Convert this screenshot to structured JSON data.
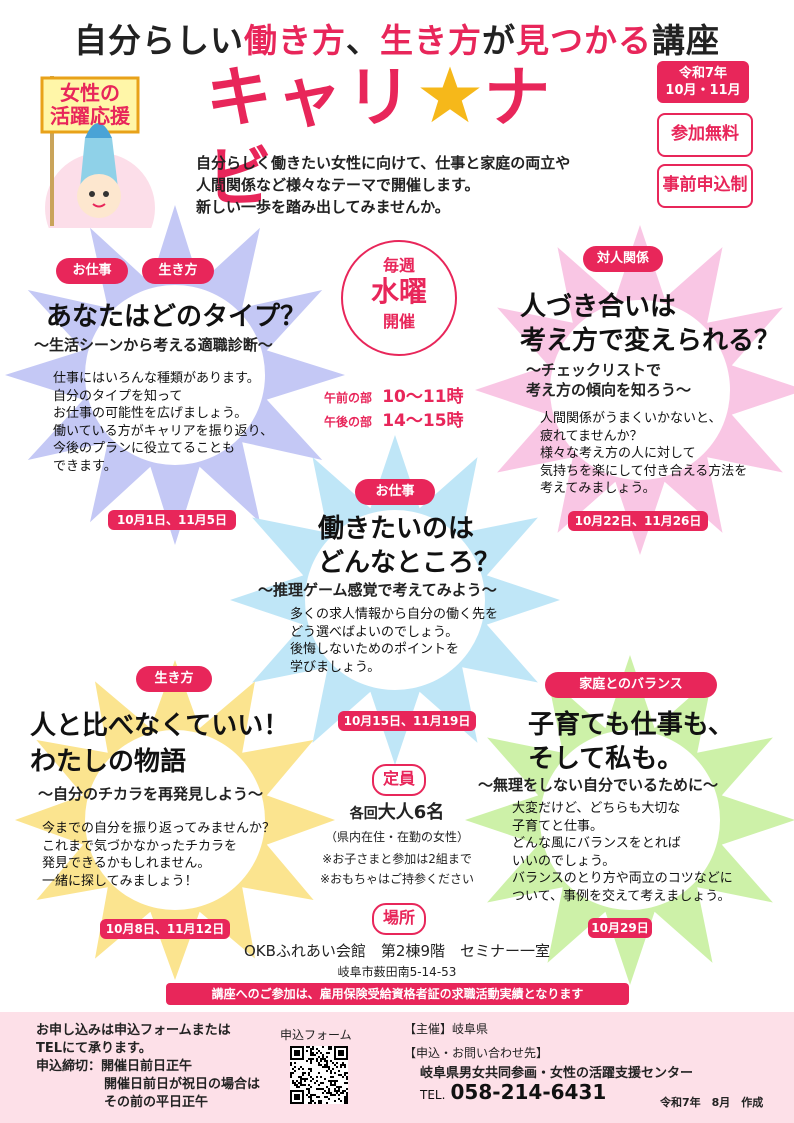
{
  "title": {
    "part1": "自分らしい",
    "part2": "働き方",
    "part3": "、",
    "part4": "生き方",
    "part5": "が",
    "part6": "見つかる",
    "part7": "講座"
  },
  "logo": {
    "left": "キャリ",
    "right": "ナビ"
  },
  "mascot": {
    "flag_text": "女性の\n活躍応援"
  },
  "badges": {
    "date": "令和7年\n10月・11月",
    "free": "参加無料",
    "reserve": "事前申込制"
  },
  "intro": "自分らしく働きたい女性に向けて、仕事と家庭の両立や\n人間関係など様々なテーマで開催します。\n新しい一歩を踏み出してみませんか。",
  "schedule": {
    "weekly": "毎週",
    "day": "水曜",
    "held": "開催",
    "am_label": "午前の部",
    "am_time": "10〜11時",
    "pm_label": "午後の部",
    "pm_time": "14〜15時"
  },
  "courses": [
    {
      "tags": [
        "お仕事",
        "生き方"
      ],
      "title": "あなたはどのタイプ？",
      "subtitle": "〜生活シーンから考える適職診断〜",
      "body": "仕事にはいろんな種類があります。\n自分のタイプを知って\nお仕事の可能性を広げましょう。\n働いている方がキャリアを振り返り、\n今後のプランに役立てることも\nできます。",
      "dates": "10月1日、11月5日",
      "color": "#c4c8f5"
    },
    {
      "tags": [
        "対人関係"
      ],
      "title": "人づき合いは\n考え方で変えられる？",
      "subtitle": "〜チェックリストで\n考え方の傾向を知ろう〜",
      "body": "人間関係がうまくいかないと、\n疲れてませんか？\n様々な考え方の人に対して\n気持ちを楽にして付き合える方法を\n考えてみましょう。",
      "dates": "10月22日、11月26日",
      "color": "#f9c6e4"
    },
    {
      "tags": [
        "お仕事"
      ],
      "title": "働きたいのは\nどんなところ？",
      "subtitle": "〜推理ゲーム感覚で考えてみよう〜",
      "body": "多くの求人情報から自分の働く先を\nどう選べばよいのでしょう。\n後悔しないためのポイントを\n学びましょう。",
      "dates": "10月15日、11月19日",
      "color": "#bfe6f7"
    },
    {
      "tags": [
        "生き方"
      ],
      "title": "人と比べなくていい！\nわたしの物語",
      "subtitle": "〜自分のチカラを再発見しよう〜",
      "body": "今までの自分を振り返ってみませんか？\nこれまで気づかなかったチカラを\n発見できるかもしれません。\n一緒に探してみましょう！",
      "dates": "10月8日、11月12日",
      "color": "#fbe48f"
    },
    {
      "tags": [
        "家庭とのバランス"
      ],
      "title": "子育ても仕事も、\nそして私も。",
      "subtitle": "〜無理をしない自分でいるために〜",
      "body": "大変だけど、どちらも大切な\n子育てと仕事。\nどんな風にバランスをとれば\nいいのでしょう。\nバランスのとり方や両立のコツなどに\nついて、事例を交えて考えましょう。",
      "dates": "10月29日",
      "color": "#cdf1a8"
    }
  ],
  "capacity": {
    "label": "定員",
    "count_prefix": "各回",
    "count": "大人6名",
    "note1": "（県内在住・在勤の女性）",
    "note2": "※お子さまと参加は2組まで",
    "note3": "※おもちゃはご持参ください"
  },
  "venue": {
    "label": "場所",
    "name": "OKBふれあい会館　第2棟9階　セミナー一室",
    "address": "岐阜市薮田南5-14-53"
  },
  "notice": "講座へのご参加は、雇用保険受給資格者証の求職活動実績となります",
  "footer": {
    "apply1": "お申し込みは申込フォームまたは",
    "apply2": "TELにて承ります。",
    "deadline_label": "申込締切：",
    "deadline1": "開催日前日正午",
    "deadline2": "開催日前日が祝日の場合は",
    "deadline3": "その前の平日正午",
    "form_label": "申込フォーム",
    "host": "【主催】岐阜県",
    "contact_label": "【申込・お問い合わせ先】",
    "contact_org": "岐阜県男女共同参画・女性の活躍支援センター",
    "tel_label": "TEL.",
    "tel": "058-214-6431",
    "created": "令和7年　8月　作成"
  }
}
